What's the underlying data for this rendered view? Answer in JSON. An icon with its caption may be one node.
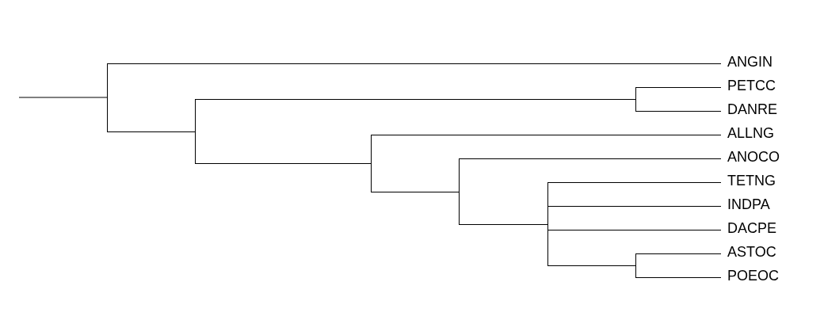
{
  "diagram": {
    "nodes": [
      {
        "text": [
          "ANGIN"
        ]
      },
      {
        "text": [
          "PETCC"
        ]
      },
      {
        "text": [
          "DANRE"
        ]
      },
      {
        "text": [
          "ALLNG"
        ]
      },
      {
        "text": [
          "ANOCO"
        ]
      },
      {
        "text": [
          "TETNG"
        ]
      },
      {
        "text": [
          "INDPA"
        ]
      },
      {
        "text": [
          "DACPE"
        ]
      },
      {
        "text": [
          "ASTOC"
        ]
      },
      {
        "text": [
          "POEOC"
        ]
      },
      {
        "text": [],
        "shape": "bar"
      },
      {
        "text": [],
        "shape": "bar"
      },
      {
        "text": [],
        "shape": "bar"
      },
      {
        "text": [],
        "shape": "bar"
      },
      {
        "text": [],
        "shape": "bar"
      },
      {
        "text": [],
        "shape": "bar"
      },
      {
        "text": [],
        "shape": "bar"
      }
    ],
    "edges": [
      {
        "from": null,
        "to": 10,
        "arrow": "none"
      },
      {
        "from": 10,
        "to": 0,
        "arrow": "none"
      },
      {
        "from": 10,
        "to": 11,
        "arrow": "none"
      },
      {
        "from": 11,
        "to": 15,
        "arrow": "none"
      },
      {
        "from": 11,
        "to": 12,
        "arrow": "none"
      },
      {
        "from": 15,
        "to": 1,
        "arrow": "none"
      },
      {
        "from": 15,
        "to": 2,
        "arrow": "none"
      },
      {
        "from": 12,
        "to": 3,
        "arrow": "none"
      },
      {
        "from": 12,
        "to": 13,
        "arrow": "none"
      },
      {
        "from": 13,
        "to": 4,
        "arrow": "none"
      },
      {
        "from": 13,
        "to": 14,
        "arrow": "none"
      },
      {
        "from": 14,
        "to": 5,
        "arrow": "none"
      },
      {
        "from": 14,
        "to": 6,
        "arrow": "none"
      },
      {
        "from": 14,
        "to": 7,
        "arrow": "none"
      },
      {
        "from": 14,
        "to": 16,
        "arrow": "none"
      },
      {
        "from": 16,
        "to": 8,
        "arrow": "none"
      },
      {
        "from": 16,
        "to": 9,
        "arrow": "none"
      }
    ]
  }
}
